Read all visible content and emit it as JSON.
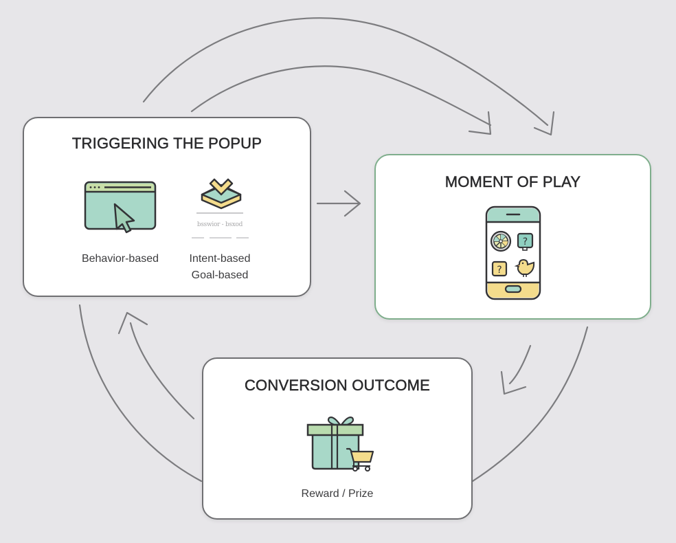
{
  "diagram": {
    "nodes": [
      {
        "id": "trigger",
        "title": "TRIGGERING THE POPUP",
        "items": [
          {
            "icon": "browser-cursor-icon",
            "label": "Behavior-based"
          },
          {
            "icon": "intent-box-icon",
            "caption": "bsswior - bsxod",
            "label_line1": "Intent-based",
            "label_line2": "Goal-based"
          }
        ]
      },
      {
        "id": "play",
        "title": "MOMENT OF PLAY",
        "items": [
          {
            "icon": "phone-games-icon",
            "glyphs": [
              "?",
              "?"
            ]
          }
        ]
      },
      {
        "id": "conversion",
        "title": "CONVERSION OUTCOME",
        "items": [
          {
            "icon": "gift-cart-icon",
            "label": "Reward / Prize"
          }
        ]
      }
    ],
    "flows": [
      {
        "from": "trigger",
        "to": "play",
        "style": "straight"
      },
      {
        "from": "trigger",
        "to": "play",
        "style": "arc-inner"
      },
      {
        "from": "trigger",
        "to": "play",
        "style": "arc-outer"
      },
      {
        "from": "play",
        "to": "conversion",
        "style": "arc-inner"
      },
      {
        "from": "play",
        "to": "conversion",
        "style": "arc-outer"
      },
      {
        "from": "conversion",
        "to": "trigger",
        "style": "arc-inner"
      },
      {
        "from": "conversion",
        "to": "trigger",
        "style": "arc-outer"
      }
    ],
    "colors": {
      "background": "#e7e6e9",
      "card": "#ffffff",
      "card_border": "#6f6f72",
      "accent_border": "#7fae8c",
      "mint": "#a8d8c8",
      "light_green": "#b9dbae",
      "yellow": "#f4dc8c",
      "outline": "#333336",
      "arrow": "#7c7c7f"
    }
  }
}
